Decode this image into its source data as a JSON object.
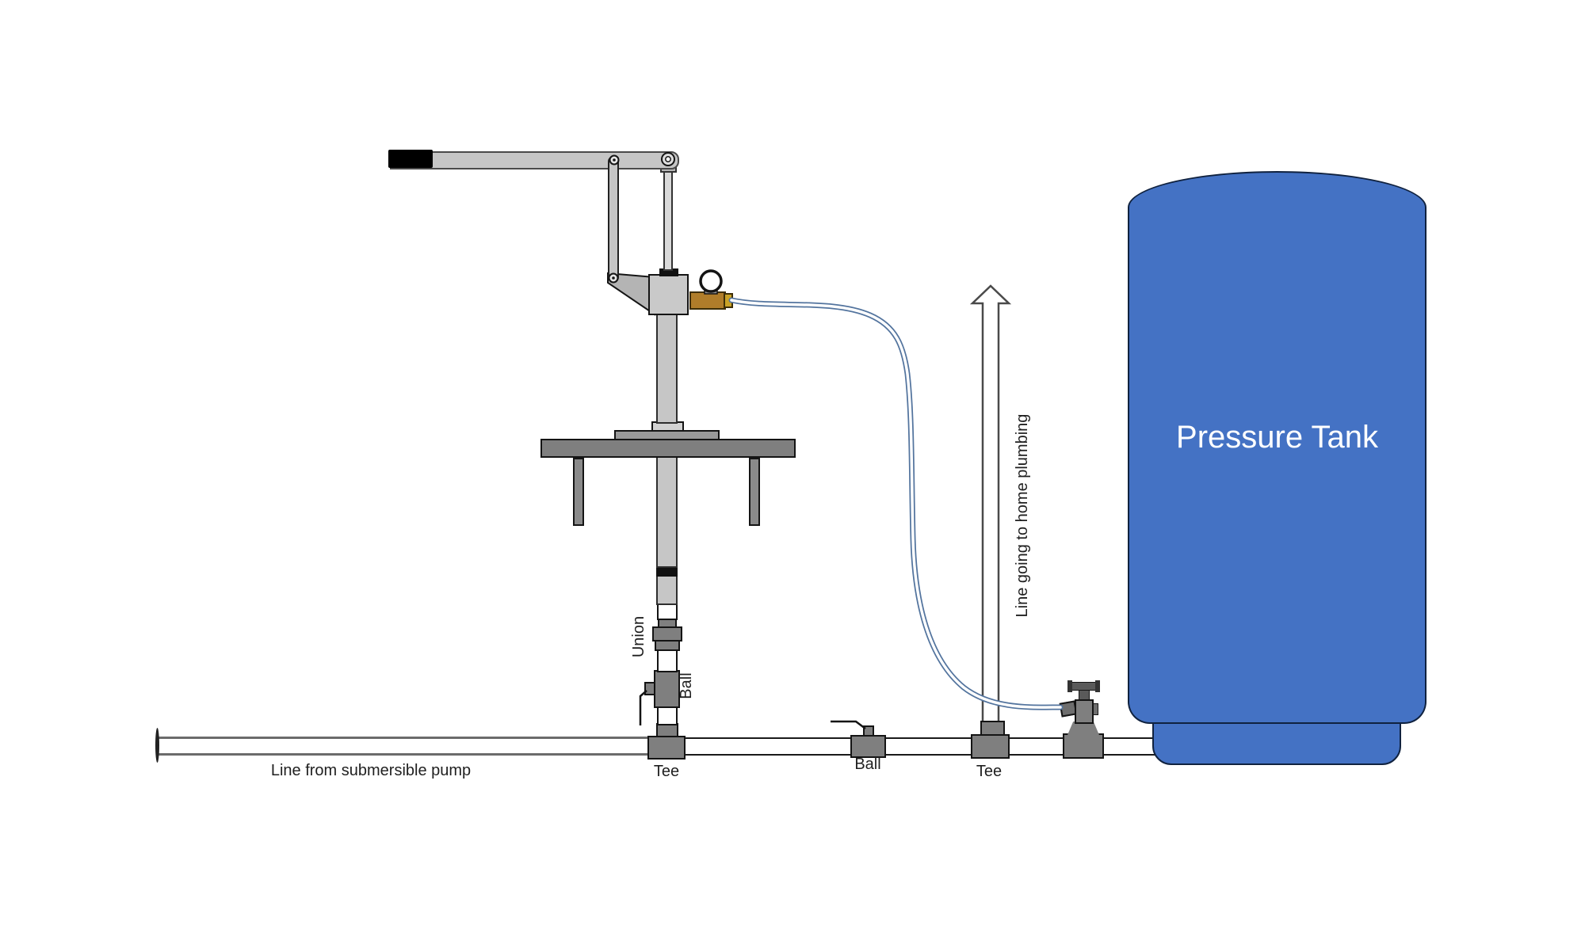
{
  "diagram": {
    "type": "plumbing-schematic",
    "tank": {
      "label": "Pressure Tank",
      "color": "#4472C4"
    },
    "labels": {
      "line_from_pump": "Line from submersible pump",
      "tee_left": "Tee",
      "ball_riser": "Ball",
      "union": "Union",
      "ball_mid": "Ball",
      "tee_right": "Tee",
      "line_to_home": "Line going to home plumbing"
    },
    "colors": {
      "tank_blue": "#4472C4",
      "fitting_gray": "#7f7f7f",
      "column_gray": "#c6c6c6",
      "platform_gray": "#7f7f7f",
      "pipe_line_left": "#6b6b6b",
      "pipe_line_right": "#1a1a1a",
      "brass": "#b07d2a",
      "hose_blue": "#53749e",
      "arrow_outline": "#4a4a4a",
      "label_text": "#1f1f1f"
    }
  }
}
